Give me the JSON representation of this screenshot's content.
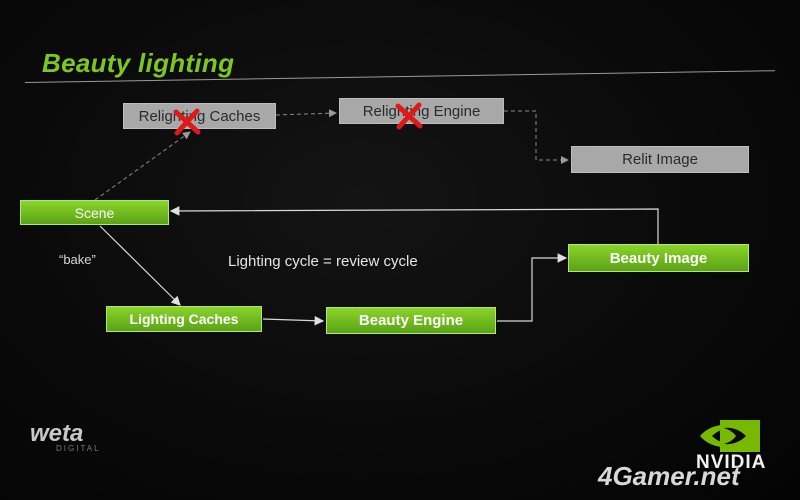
{
  "slide": {
    "title": "Beauty lighting",
    "nodes": {
      "relighting_caches": "Relighting Caches",
      "relighting_engine": "Relighting Engine",
      "relit_image": "Relit Image",
      "scene": "Scene",
      "lighting_caches": "Lighting Caches",
      "beauty_engine": "Beauty Engine",
      "beauty_image": "Beauty Image"
    },
    "labels": {
      "bake": "“bake”",
      "cycle": "Lighting cycle = review cycle"
    }
  },
  "logos": {
    "weta": "weta",
    "weta_sub": "DIGITAL",
    "nvidia": "NVIDIA",
    "watermark": "4Gamer.net"
  },
  "colors": {
    "green": "#7cc623",
    "grey_box": "#a8a8a8",
    "cross": "#e01818"
  }
}
